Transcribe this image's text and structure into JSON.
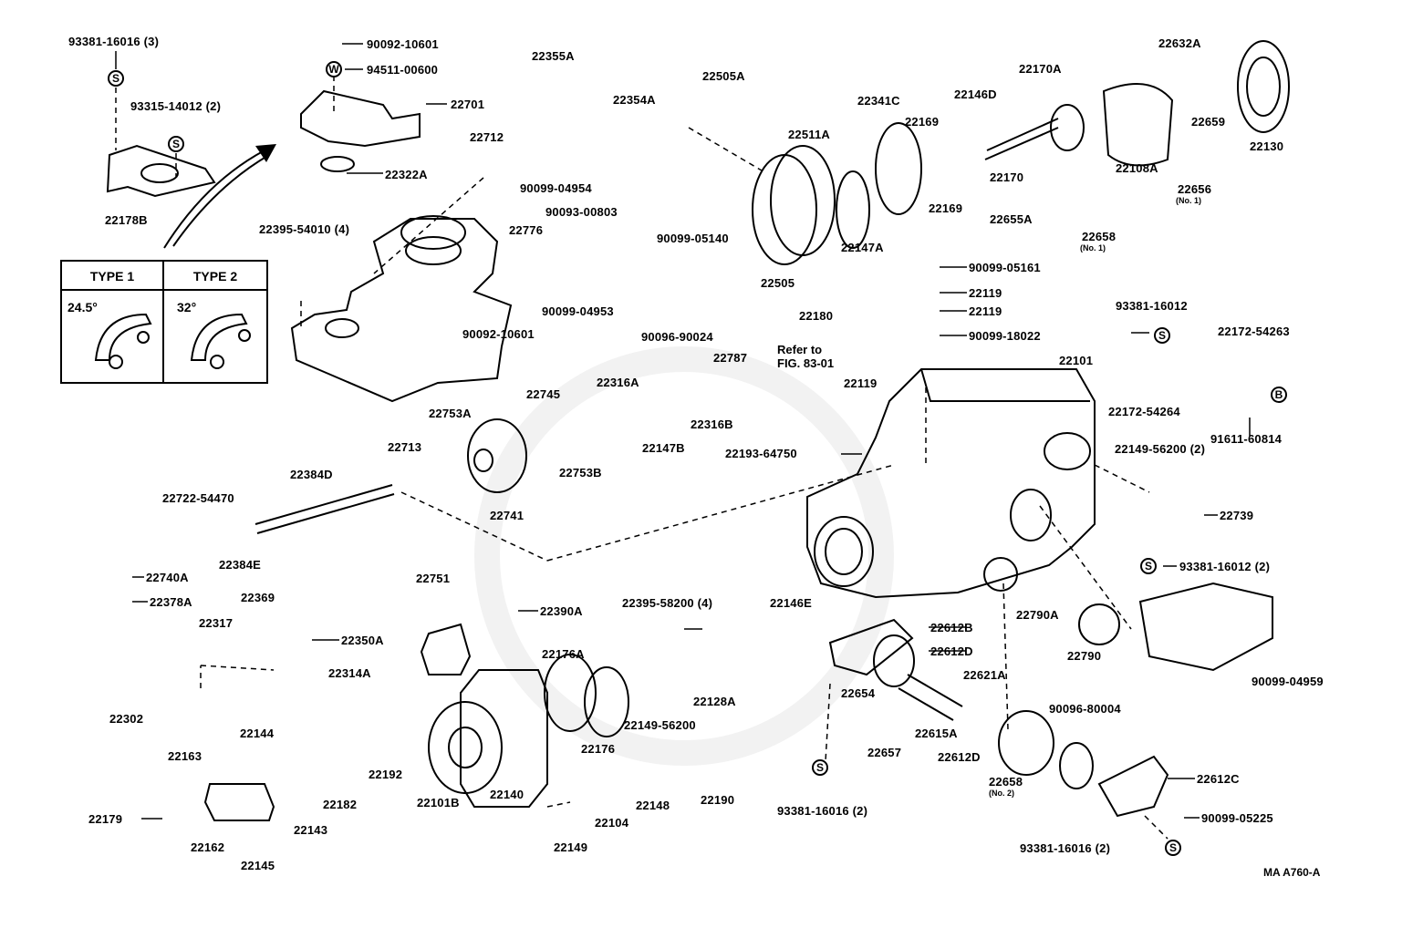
{
  "diagram": {
    "labels": [
      {
        "id": "l1",
        "text": "93381-16016 (3)"
      },
      {
        "id": "l2",
        "text": "90092-10601"
      },
      {
        "id": "l3",
        "text": "94511-00600"
      },
      {
        "id": "l4",
        "text": "22355A"
      },
      {
        "id": "l5",
        "text": "22354A"
      },
      {
        "id": "l6",
        "text": "22505A"
      },
      {
        "id": "l7",
        "text": "22341C"
      },
      {
        "id": "l8",
        "text": "22146D"
      },
      {
        "id": "l9",
        "text": "22170A"
      },
      {
        "id": "l10",
        "text": "22632A"
      },
      {
        "id": "l11",
        "text": "22130"
      },
      {
        "id": "l12",
        "text": "93315-14012 (2)"
      },
      {
        "id": "l13",
        "text": "22701"
      },
      {
        "id": "l14",
        "text": "22712"
      },
      {
        "id": "l15",
        "text": "22511A"
      },
      {
        "id": "l16",
        "text": "22169"
      },
      {
        "id": "l17",
        "text": "22659"
      },
      {
        "id": "l18",
        "text": "22322A"
      },
      {
        "id": "l19",
        "text": "90099-04954"
      },
      {
        "id": "l20",
        "text": "22170"
      },
      {
        "id": "l21",
        "text": "22108A"
      },
      {
        "id": "l22",
        "text": "22178B"
      },
      {
        "id": "l23",
        "text": "22169"
      },
      {
        "id": "l24",
        "text": "22656"
      },
      {
        "id": "l25",
        "text": "22655A"
      },
      {
        "id": "l26",
        "text": "90093-00803"
      },
      {
        "id": "l27",
        "text": "22395-54010 (4)"
      },
      {
        "id": "l28",
        "text": "22776"
      },
      {
        "id": "l29",
        "text": "90099-05140"
      },
      {
        "id": "l30",
        "text": "22147A"
      },
      {
        "id": "l31",
        "text": "22658"
      },
      {
        "id": "l32",
        "text": "90099-05161"
      },
      {
        "id": "l33",
        "text": "22505"
      },
      {
        "id": "l34",
        "text": "22119"
      },
      {
        "id": "l35",
        "text": "22119"
      },
      {
        "id": "l36",
        "text": "90099-04953"
      },
      {
        "id": "l37",
        "text": "93381-16012"
      },
      {
        "id": "l38",
        "text": "22172-54263"
      },
      {
        "id": "l39",
        "text": "22180"
      },
      {
        "id": "l40",
        "text": "90092-10601"
      },
      {
        "id": "l41",
        "text": "90099-18022"
      },
      {
        "id": "l42",
        "text": "90096-90024"
      },
      {
        "id": "l43",
        "text": "22787"
      },
      {
        "id": "l44",
        "text": "22101"
      },
      {
        "id": "l45",
        "text": "22119"
      },
      {
        "id": "l46",
        "text": "22316A"
      },
      {
        "id": "l47",
        "text": "22745"
      },
      {
        "id": "l48",
        "text": "22753A"
      },
      {
        "id": "l49",
        "text": "22316B"
      },
      {
        "id": "l50",
        "text": "22147B"
      },
      {
        "id": "l51",
        "text": "22193-64750"
      },
      {
        "id": "l52",
        "text": "22172-54264"
      },
      {
        "id": "l53",
        "text": "91611-60814"
      },
      {
        "id": "l54",
        "text": "22713"
      },
      {
        "id": "l55",
        "text": "22753B"
      },
      {
        "id": "l56",
        "text": "22149-56200 (2)"
      },
      {
        "id": "l57",
        "text": "22384D"
      },
      {
        "id": "l58",
        "text": "22722-54470"
      },
      {
        "id": "l59",
        "text": "22741"
      },
      {
        "id": "l60",
        "text": "22739"
      },
      {
        "id": "l61",
        "text": "22384E"
      },
      {
        "id": "l62",
        "text": "93381-16012 (2)"
      },
      {
        "id": "l63",
        "text": "22740A"
      },
      {
        "id": "l64",
        "text": "22751"
      },
      {
        "id": "l65",
        "text": "22146E"
      },
      {
        "id": "l66",
        "text": "22378A"
      },
      {
        "id": "l67",
        "text": "22369"
      },
      {
        "id": "l68",
        "text": "22390A"
      },
      {
        "id": "l69",
        "text": "22395-58200 (4)"
      },
      {
        "id": "l70",
        "text": "22790A"
      },
      {
        "id": "l71",
        "text": "22317"
      },
      {
        "id": "l72",
        "text": "22350A"
      },
      {
        "id": "l73",
        "text": "22612B"
      },
      {
        "id": "l74",
        "text": "22612D"
      },
      {
        "id": "l75",
        "text": "22790"
      },
      {
        "id": "l76",
        "text": "22314A"
      },
      {
        "id": "l77",
        "text": "22176A"
      },
      {
        "id": "l78",
        "text": "22621A"
      },
      {
        "id": "l79",
        "text": "90099-04959"
      },
      {
        "id": "l80",
        "text": "22302"
      },
      {
        "id": "l81",
        "text": "22128A"
      },
      {
        "id": "l82",
        "text": "22654"
      },
      {
        "id": "l83",
        "text": "90096-80004"
      },
      {
        "id": "l84",
        "text": "22149-56200"
      },
      {
        "id": "l85",
        "text": "22615A"
      },
      {
        "id": "l86",
        "text": "22144"
      },
      {
        "id": "l87",
        "text": "22176"
      },
      {
        "id": "l88",
        "text": "22657"
      },
      {
        "id": "l89",
        "text": "22612D"
      },
      {
        "id": "l90",
        "text": "22163"
      },
      {
        "id": "l91",
        "text": "22192"
      },
      {
        "id": "l92",
        "text": "22612C"
      },
      {
        "id": "l93",
        "text": "22658"
      },
      {
        "id": "l94",
        "text": "22101B"
      },
      {
        "id": "l95",
        "text": "22140"
      },
      {
        "id": "l96",
        "text": "22148"
      },
      {
        "id": "l97",
        "text": "22190"
      },
      {
        "id": "l98",
        "text": "22182"
      },
      {
        "id": "l99",
        "text": "22179"
      },
      {
        "id": "l100",
        "text": "93381-16016 (2)"
      },
      {
        "id": "l101",
        "text": "90099-05225"
      },
      {
        "id": "l102",
        "text": "22143"
      },
      {
        "id": "l103",
        "text": "22104"
      },
      {
        "id": "l104",
        "text": "22162"
      },
      {
        "id": "l105",
        "text": "22149"
      },
      {
        "id": "l106",
        "text": "93381-16016 (2)"
      },
      {
        "id": "l107",
        "text": "22145"
      }
    ],
    "notes": {
      "no1_a": "(No. 1)",
      "no1_b": "(No. 1)",
      "no2": "(No. 2)"
    },
    "reference_note": {
      "line1": "Refer to",
      "line2": "FIG. 83-01"
    },
    "symbols": {
      "s": "S",
      "w": "W",
      "b": "B"
    },
    "type_box": {
      "type1": "TYPE 1",
      "type2": "TYPE 2",
      "angle1": "24.5°",
      "angle2": "32°"
    },
    "code": "MA A760-A"
  }
}
